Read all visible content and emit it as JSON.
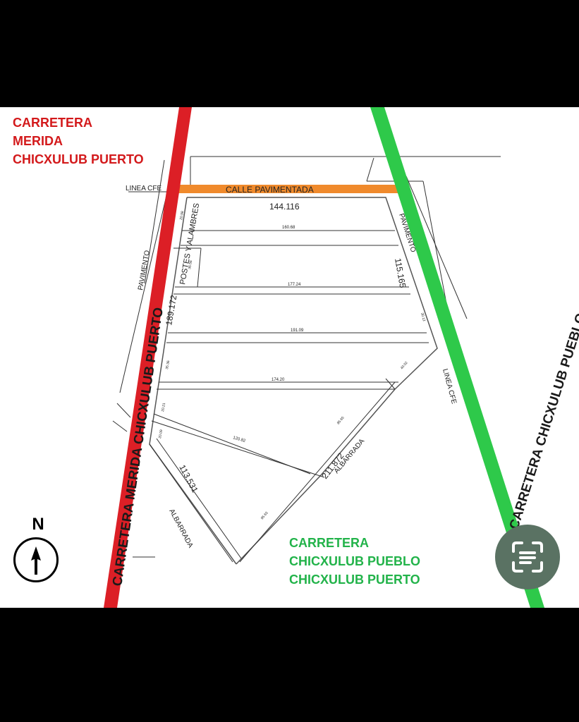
{
  "labels": {
    "road_west": [
      "CARRETERA",
      "MERIDA",
      "CHICXULUB PUERTO"
    ],
    "road_east": [
      "CARRETERA",
      "CHICXULUB PUEBLO",
      "CHICXULUB PUERTO"
    ],
    "road_west_on_line": "CARRETERA MERIDA CHICXULUB PUERTO",
    "road_east_on_line": "CARRETERA CHICXULUB PUEBLO CHICXULUB PUERTO",
    "paved_street": "CALLE PAVIMENTADA",
    "cfe_line_west": "LINEA CFE",
    "cfe_line_east": "LINEA CFE",
    "pavement_west": "PAVIMENTO",
    "pavement_east": "PAVIMENTO",
    "posts_wires": "POSTES Y ALAMBRES",
    "albarrada_south": "ALBARRADA",
    "albarrada_southwest": "ALBARRADA",
    "north": "N"
  },
  "dimensions": {
    "north_side": "144.116",
    "east_side": "115.165",
    "west_side": "189.172",
    "southeast_side": "211.872",
    "southwest_side": "113.531",
    "widths": [
      "160.68",
      "177.24",
      "191.09",
      "174.20",
      "120.82"
    ],
    "small": [
      "20.98",
      "36.56",
      "35.36",
      "20.21",
      "20.09",
      "40.02",
      "85.65",
      "95.63",
      "30.12"
    ]
  },
  "colors": {
    "road_west": "#dc1f26",
    "road_east": "#2ec94a",
    "paved_street": "#f08a2c",
    "label_red": "#d3191b",
    "label_green": "#22b34a",
    "lens_button": "#5a7263"
  },
  "icons": {
    "north_arrow": "north-arrow-icon",
    "lens": "google-lens-text-icon"
  }
}
